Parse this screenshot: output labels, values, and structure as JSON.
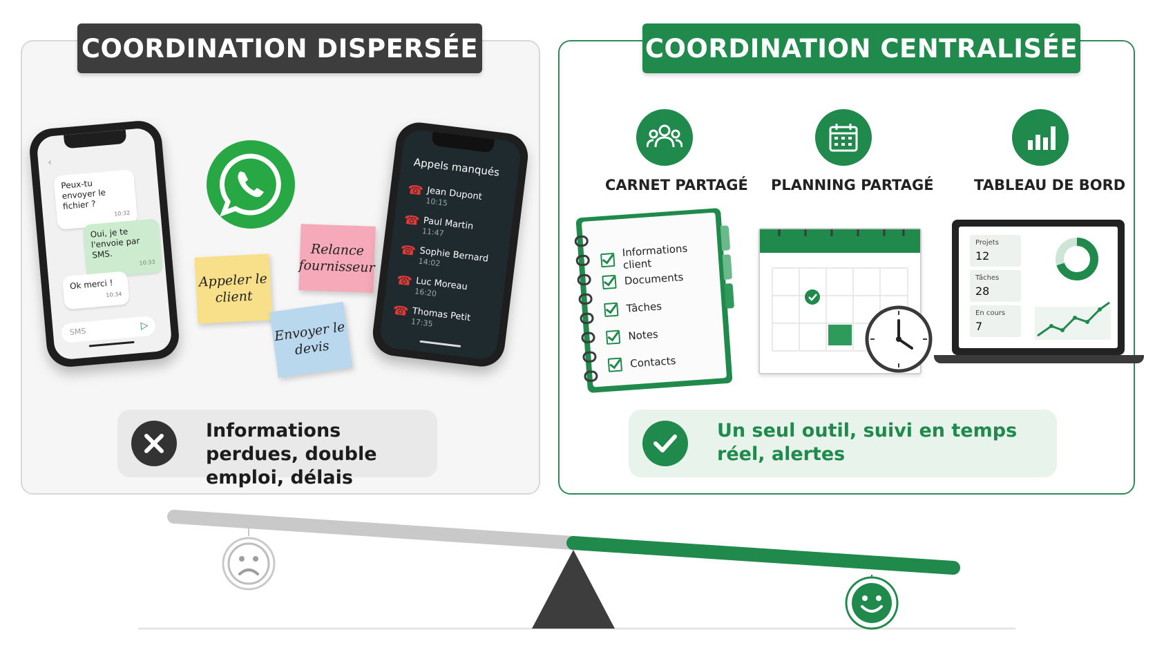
{
  "left": {
    "banner": "COORDINATION DISPERSÉE",
    "chat": {
      "messages": [
        {
          "text": "Peux-tu envoyer le fichier ?",
          "time": "10:32"
        },
        {
          "text": "Oui, je te l'envoie par SMS.",
          "time": "10:33"
        },
        {
          "text": "Ok merci !",
          "time": "10:34"
        }
      ],
      "input_placeholder": "SMS"
    },
    "calls": {
      "title": "Appels manqués",
      "items": [
        {
          "name": "Jean Dupont",
          "time": "10:15"
        },
        {
          "name": "Paul Martin",
          "time": "11:47"
        },
        {
          "name": "Sophie Bernard",
          "time": "14:02"
        },
        {
          "name": "Luc Moreau",
          "time": "16:20"
        },
        {
          "name": "Thomas Petit",
          "time": "17:35"
        }
      ]
    },
    "notes": [
      {
        "text": "Relance fournisseur",
        "color": "#f6a9b8"
      },
      {
        "text": "Appeler le client",
        "color": "#f8e08a"
      },
      {
        "text": "Envoyer le devis",
        "color": "#b9d8ee"
      }
    ],
    "summary": "Informations perdues, double emploi, délais"
  },
  "right": {
    "banner": "COORDINATION CENTRALISÉE",
    "features": [
      {
        "label": "CARNET PARTAGÉ",
        "icon": "users-icon"
      },
      {
        "label": "PLANNING PARTAGÉ",
        "icon": "calendar-icon"
      },
      {
        "label": "TABLEAU DE BORD",
        "icon": "bar-chart-icon"
      }
    ],
    "checklist": [
      "Informations client",
      "Documents",
      "Tâches",
      "Notes",
      "Contacts"
    ],
    "dashboard": {
      "kpis": [
        {
          "label": "Projets",
          "value": "12"
        },
        {
          "label": "Tâches",
          "value": "28"
        },
        {
          "label": "En cours",
          "value": "7"
        }
      ]
    },
    "summary": "Un seul outil, suivi en temps réel, alertes"
  },
  "colors": {
    "green": "#1f8a4c",
    "dark": "#3d3d3d",
    "grey": "#c9c9c9"
  }
}
